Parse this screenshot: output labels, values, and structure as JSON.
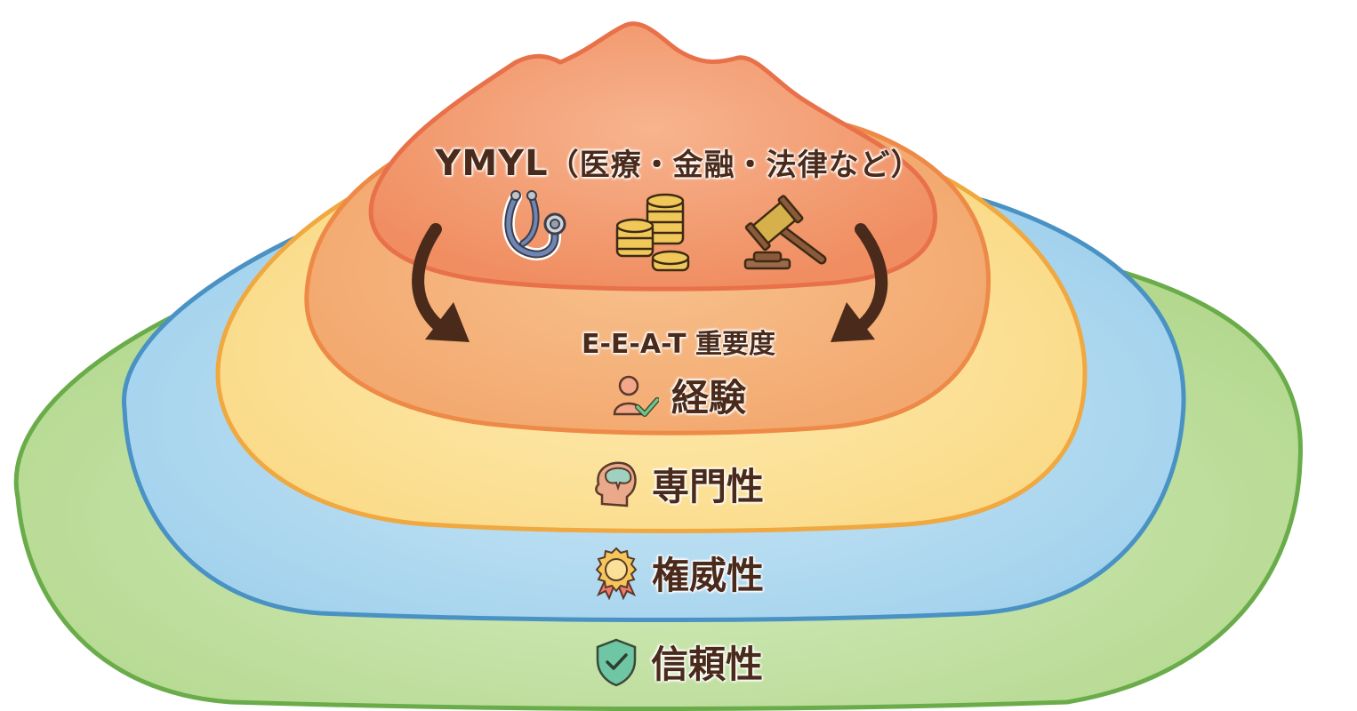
{
  "diagram": {
    "title": {
      "main": "YMYL",
      "sub": "（医療・金融・法律など）"
    },
    "summit_icons": [
      {
        "name": "stethoscope-icon",
        "meaning": "医療"
      },
      {
        "name": "coins-icon",
        "meaning": "金融"
      },
      {
        "name": "gavel-icon",
        "meaning": "法律"
      }
    ],
    "arrows": [
      "left-curved-arrow",
      "right-curved-arrow"
    ],
    "subtitle": "E-E-A-T 重要度",
    "layers": [
      {
        "label": "経験",
        "icon": "person-check-icon",
        "fill": "#f4a86e",
        "stroke": "#ee8a48"
      },
      {
        "label": "専門性",
        "icon": "brain-head-icon",
        "fill": "#fbe08f",
        "stroke": "#f0a840"
      },
      {
        "label": "権威性",
        "icon": "award-ribbon-icon",
        "fill": "#a9d8ef",
        "stroke": "#4a92c4"
      },
      {
        "label": "信頼性",
        "icon": "shield-check-icon",
        "fill": "#bfe0a0",
        "stroke": "#6aac4a"
      }
    ],
    "colors": {
      "peak_fill": "#f39a74",
      "peak_stroke": "#e8714a",
      "text": "#4a2a1a",
      "arrow": "#4a2a1a"
    }
  }
}
